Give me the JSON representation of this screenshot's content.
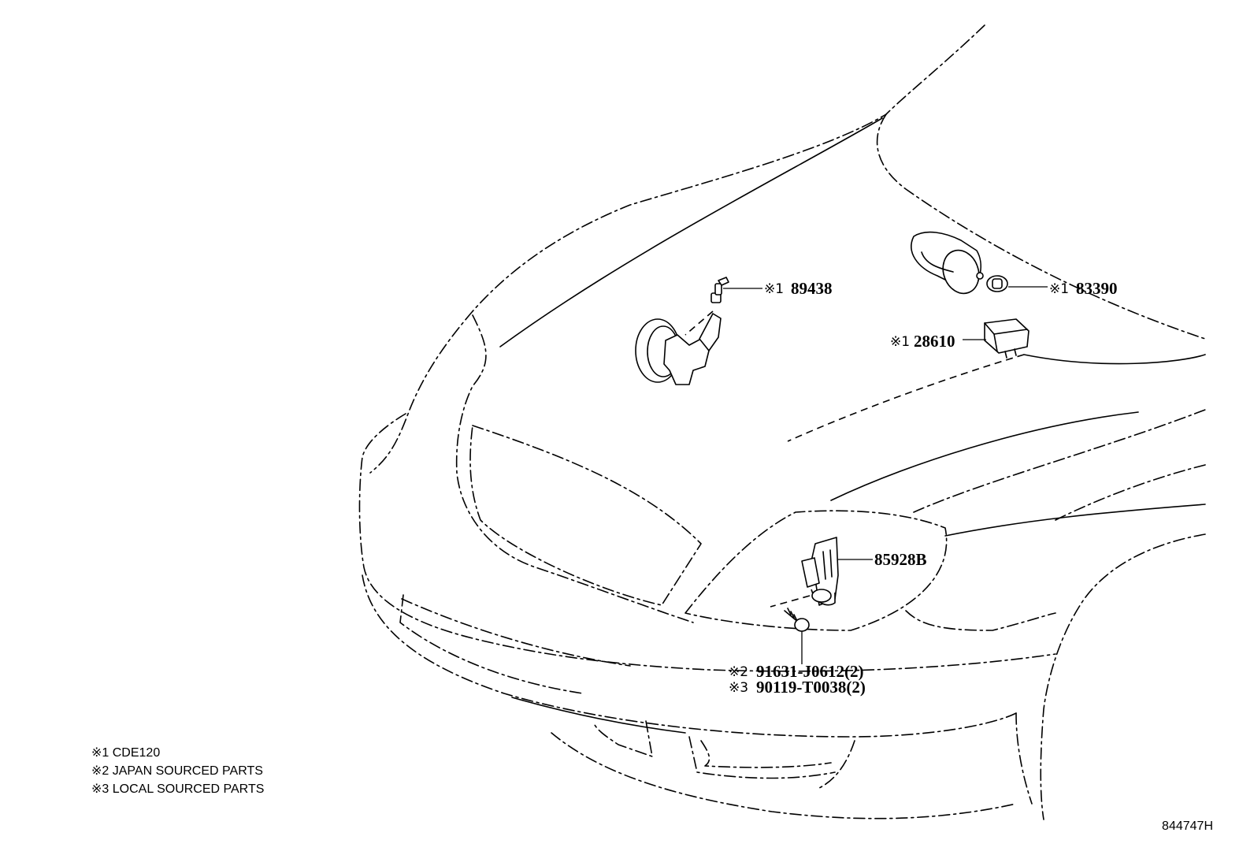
{
  "parts": [
    {
      "mark": "※1",
      "number": "89438"
    },
    {
      "mark": "※1",
      "number": "83390"
    },
    {
      "mark": "※1",
      "number": "28610"
    },
    {
      "mark": "",
      "number": "85928B"
    },
    {
      "mark": "※2",
      "number": "91631-J0612(2)"
    },
    {
      "mark": "※3",
      "number": "90119-T0038(2)"
    }
  ],
  "legend": [
    "※1 CDE120",
    "※2 JAPAN SOURCED PARTS",
    "※3 LOCAL SOURCED PARTS"
  ],
  "drawing_number": "844747H"
}
